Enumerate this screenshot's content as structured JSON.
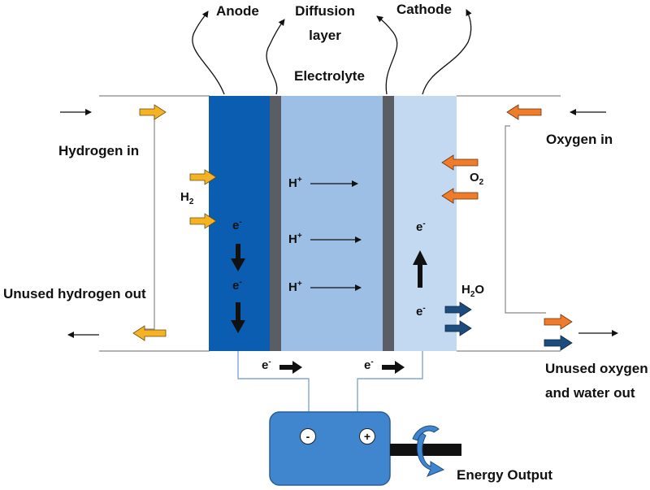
{
  "labels": {
    "anode": "Anode",
    "diffusion_line1": "Diffusion",
    "diffusion_line2": "layer",
    "cathode": "Cathode",
    "electrolyte": "Electrolyte",
    "hydrogen_in": "Hydrogen in",
    "oxygen_in": "Oxygen in",
    "unused_hydrogen_out": "Unused hydrogen out",
    "unused_oxygen_line1": "Unused oxygen",
    "unused_oxygen_line2": "and water out",
    "energy_output": "Energy Output"
  },
  "species": {
    "h2": {
      "base": "H",
      "sub": "2"
    },
    "o2": {
      "base": "O",
      "sub": "2"
    },
    "h2o": {
      "pre": "H",
      "sub": "2",
      "post": "O"
    },
    "proton": {
      "base": "H",
      "sup": "+"
    },
    "electron": {
      "base": "e",
      "sup": "-"
    }
  },
  "battery": {
    "minus": "-",
    "plus": "+"
  },
  "colors": {
    "anode": "#0a5db0",
    "diffusion_layer": "#5a5d63",
    "electrolyte": "#9dbfe5",
    "cathode": "#c3d9f2",
    "hydrogen_arrow": "#f5b324",
    "oxygen_arrow": "#ee7c2a",
    "water_arrow": "#1d4d7e",
    "battery": "#3f86cf",
    "wire": "#7fa9d1"
  }
}
